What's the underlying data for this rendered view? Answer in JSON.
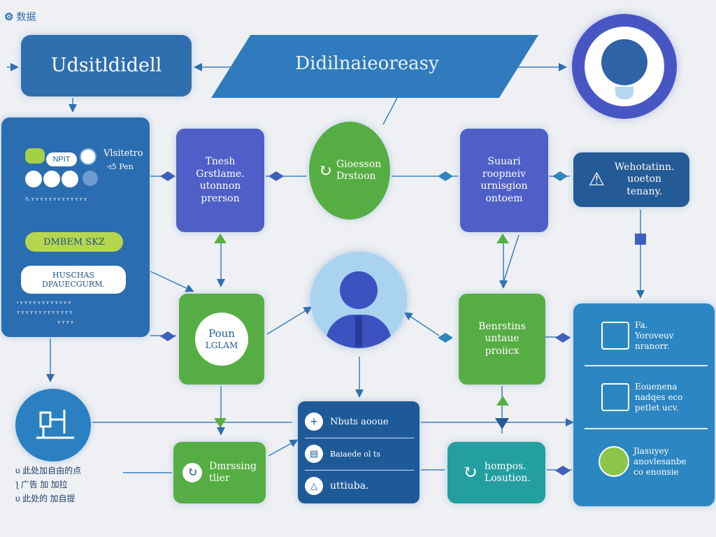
{
  "brand": {
    "logo_text": "数据"
  },
  "header": {
    "left_title": "Udsitldidell",
    "banner_title": "Didilnaieoreasy"
  },
  "left_panel": {
    "top_text": "Vlsitetro",
    "top_sub": "ଏ5 Pen",
    "tiny_chip": "NPIT",
    "fine_print_1": "ϑ₀ ɤ ɤ ɤ ɤ ɤ ɤ ɤ ɤ ɤ ɤ ɤ ɤ ɤ",
    "pill_green": "DMBEM SKZ",
    "pill_white_1": "HUSCHAS",
    "pill_white_2": "DPAUECGURM.",
    "fine_print_2": "• ɤ ɤ ɤ ɤ ɤ ɤ ɤ ɤ ɤ ɤ ɤ ɤ",
    "fine_print_3": "ɤ ɤ ɤ ɤ ɤ ɤ ɤ ɤ ɤ ɤ ɤ ɤ ɤ",
    "fine_print_4": "ɤ ɤ ɤ ɤ"
  },
  "nodes": {
    "purple_left": [
      "Tnesh",
      "Grstlame.",
      "utonnon",
      "prerson"
    ],
    "green_circle": [
      "Gioesson",
      "Drstoon"
    ],
    "purple_right": [
      "Suuari",
      "roopneiv",
      "urnisgion",
      "ontoem"
    ],
    "right_small": [
      "Wehotatinn.",
      "uoeton",
      "tenany."
    ],
    "green_left_mid": [
      "Poun",
      "LGLAM"
    ],
    "green_right_mid": [
      "Benrstins",
      "untaue",
      "proiicx"
    ],
    "green_bottom_left": [
      "Dmrssing",
      "tlier"
    ],
    "center_list": [
      "Nbuts aooue",
      "Ƀaiaede ol ts",
      "uttiuba."
    ],
    "teal_bottom": [
      "hompos.",
      "Losution."
    ],
    "right_panel": [
      [
        "Fa.",
        "Yoroveuv",
        "nranorr."
      ],
      [
        "Eouenena",
        "nadqes eco",
        "petlet ucv."
      ],
      [
        "Jlasuyey",
        "anovlesanbe",
        "co enonsie"
      ]
    ]
  },
  "legend": [
    "ʊ 此处加自由的点",
    "ƪ 广告 加 加拉",
    "ʊ 此处的 加自提"
  ],
  "colors": {
    "blue_dark": "#2f6fae",
    "purple": "#4f5fc7",
    "green": "#56ad43",
    "teal": "#239fa0",
    "navy": "#245a95",
    "light_blue": "#a9d3ef"
  }
}
